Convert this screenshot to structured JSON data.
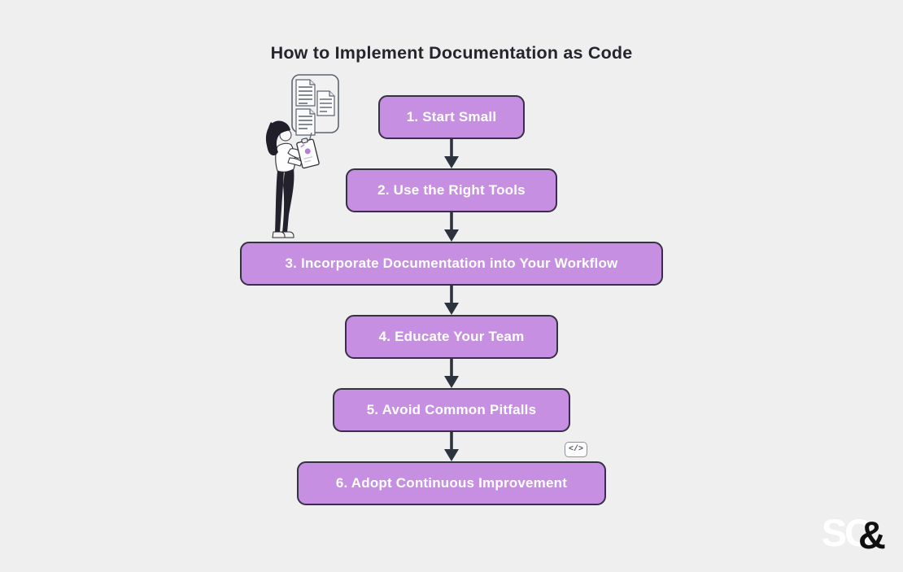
{
  "title": "How to Implement Documentation as Code",
  "flowchart": {
    "steps": [
      {
        "label": "1. Start Small"
      },
      {
        "label": "2. Use the Right Tools"
      },
      {
        "label": "3. Incorporate Documentation into Your Workflow"
      },
      {
        "label": "4. Educate Your Team"
      },
      {
        "label": "5. Avoid Common Pitfalls"
      },
      {
        "label": "6. Adopt Continuous Improvement"
      }
    ]
  },
  "code_badge": {
    "label": "</>"
  },
  "logo": {
    "text_white": "SC",
    "text_black": "&"
  },
  "illustration": {
    "name": "woman-holding-tablet-beside-documents-panel"
  },
  "colors": {
    "background": "#efefef",
    "box_fill": "#c68fe2",
    "box_border": "#363044",
    "box_text": "#ffffff",
    "arrow": "#2b333e",
    "title_text": "#24262c"
  }
}
